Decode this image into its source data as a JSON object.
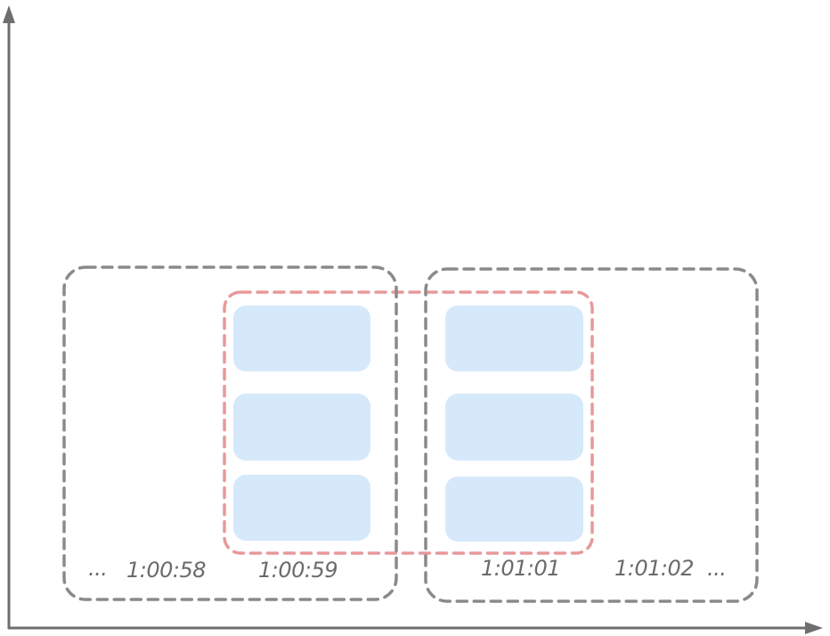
{
  "colors": {
    "axis": "#6e6e6e",
    "window": "#8a8a8a",
    "highlight": "#e8999a",
    "block": "#d5e9fb",
    "label": "#6b6b6b"
  },
  "labels": {
    "ellipsis_left": "...",
    "t1": "1:00:58",
    "t2": "1:00:59",
    "t3": "1:01:01",
    "t4": "1:01:02",
    "ellipsis_right": "..."
  },
  "windows": [
    {
      "name": "window-left"
    },
    {
      "name": "window-right"
    }
  ],
  "highlight_window": {
    "name": "overlap-window"
  },
  "block_groups": [
    {
      "name": "column-1:00:59",
      "count": 3
    },
    {
      "name": "column-1:01:01",
      "count": 3
    }
  ]
}
